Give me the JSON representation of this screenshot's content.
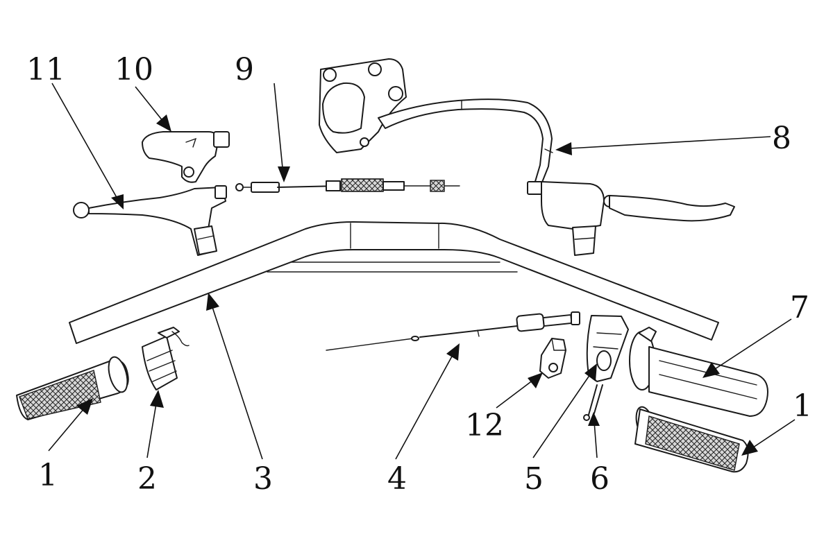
{
  "callouts": [
    {
      "id": "c1_left",
      "label": "1"
    },
    {
      "id": "c2",
      "label": "2"
    },
    {
      "id": "c3",
      "label": "3"
    },
    {
      "id": "c4",
      "label": "4"
    },
    {
      "id": "c5",
      "label": "5"
    },
    {
      "id": "c6",
      "label": "6"
    },
    {
      "id": "c7",
      "label": "7"
    },
    {
      "id": "c1_right",
      "label": "1"
    },
    {
      "id": "c8",
      "label": "8"
    },
    {
      "id": "c9",
      "label": "9"
    },
    {
      "id": "c10",
      "label": "10"
    },
    {
      "id": "c11",
      "label": "11"
    },
    {
      "id": "c12",
      "label": "12"
    }
  ],
  "colors": {
    "line": "#1a1a1a",
    "knurl": "#cfcfcf",
    "background": "#ffffff"
  }
}
